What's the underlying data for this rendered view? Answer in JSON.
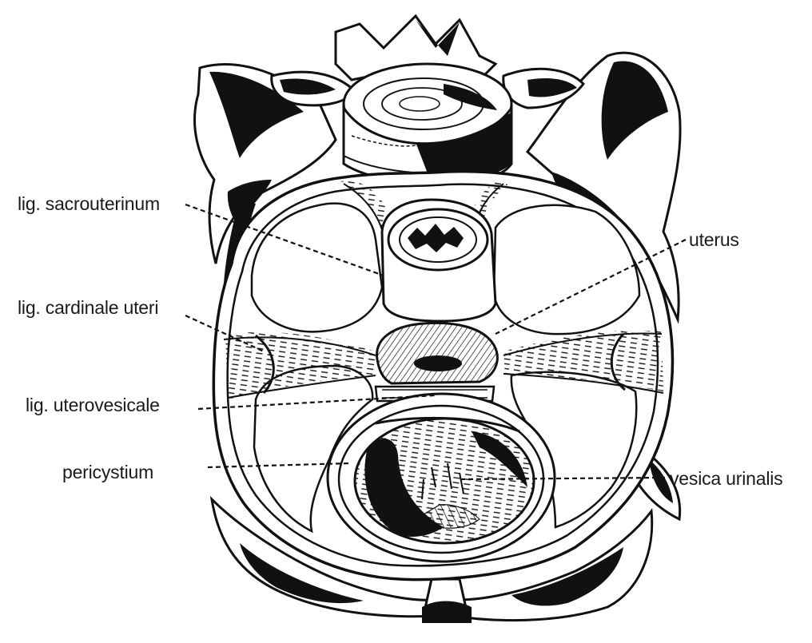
{
  "labels": {
    "sacrouterinum": "lig. sacrouterinum",
    "uterus": "uterus",
    "cardinale": "lig. cardinale uteri",
    "uterovesicale": "lig. uterovesicale",
    "pericystium": "pericystium",
    "vesica": "vesica urinalis"
  },
  "colors": {
    "ink": "#111111",
    "paper": "#ffffff"
  }
}
